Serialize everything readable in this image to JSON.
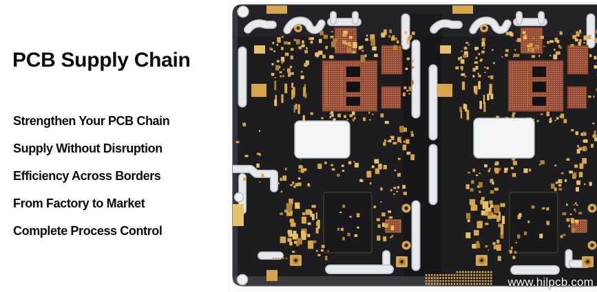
{
  "banner": {
    "title": "PCB Supply Chain",
    "taglines": [
      "Strengthen Your PCB Chain",
      "Supply Without Disruption",
      "Efficiency Across Borders",
      "From Factory to Market",
      "Complete Process Control"
    ],
    "watermark": "www.hilpcb.com"
  },
  "colors": {
    "background": "#ffffff",
    "photo_background": "#fbfbfc",
    "text": "#0b0b0b",
    "board_dark": "#1d1d20",
    "board_edge": "#3f4045",
    "slot_fill": "#e7e9ec",
    "slot_rim": "#b9bec4",
    "hole_fill": "#eef0f2",
    "cutout_fill": "#f4f5f5",
    "gold": "#d7a54b",
    "gold_light": "#e7c169",
    "gold_dark": "#b07f35",
    "copper": "#8f4733",
    "copper_dot": "#d4875f",
    "watermark_text": "#ffffff"
  }
}
